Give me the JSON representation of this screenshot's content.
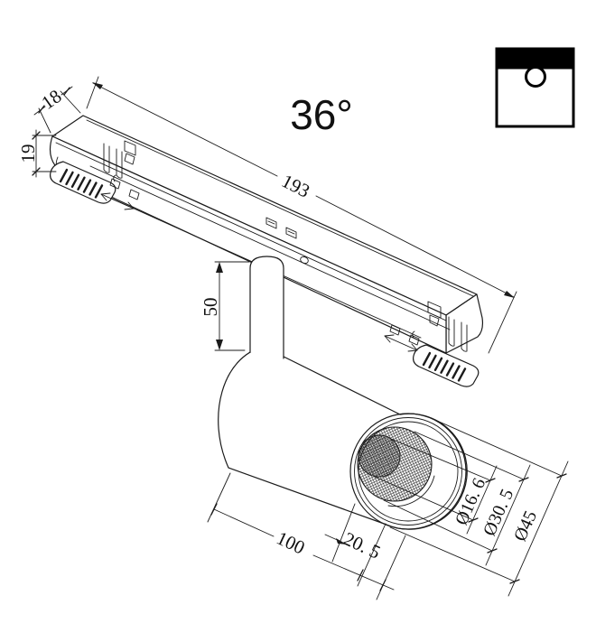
{
  "labels": {
    "beam_angle": "36°",
    "track_length": "193",
    "track_depth": "18",
    "track_height": "19",
    "stem_length": "50",
    "body_length": "100",
    "head_depth": "20. 5",
    "aperture_diameter": "Ø16. 6",
    "inner_diameter": "Ø30. 5",
    "outer_diameter": "Ø45"
  },
  "icon": {
    "name": "ceiling-mount-icon"
  },
  "colors": {
    "line": "#1b1b1b",
    "background": "#ffffff",
    "icon_fill": "#000000"
  }
}
